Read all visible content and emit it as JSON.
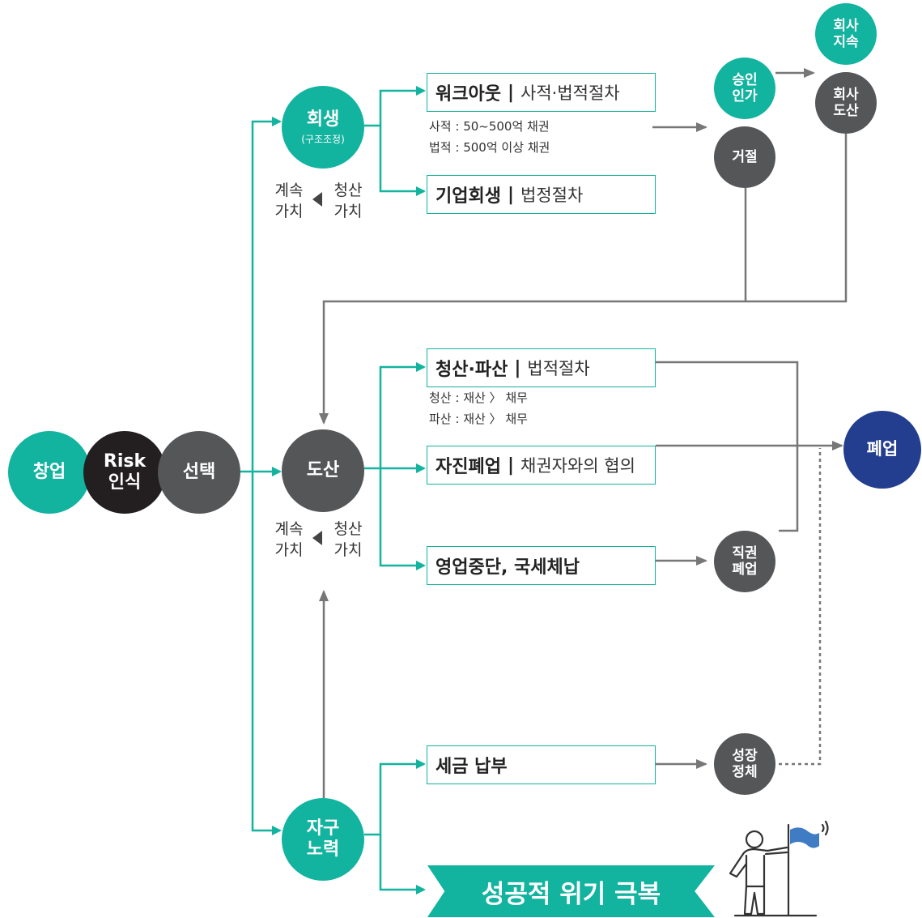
{
  "start": {
    "founding": "창업",
    "risk_line1": "Risk",
    "risk_line2": "인식",
    "choice": "선택"
  },
  "rehab": {
    "title": "회생",
    "sub": "(구조조정)",
    "value_left_1": "계속",
    "value_left_2": "가치",
    "value_right_1": "청산",
    "value_right_2": "가치"
  },
  "bankrupt": {
    "title": "도산",
    "value_left_1": "계속",
    "value_left_2": "가치",
    "value_right_1": "청산",
    "value_right_2": "가치"
  },
  "self_effort": {
    "line1": "자구",
    "line2": "노력"
  },
  "workout": {
    "bold": "워크아웃",
    "sep": "|",
    "normal": "사적·법적절차",
    "note1": "사적 : 50~500억 채권",
    "note2": "법적 : 500억 이상 채권"
  },
  "corp_rehab": {
    "bold": "기업회생",
    "sep": "|",
    "normal": "법정절차"
  },
  "liquidation": {
    "bold": "청산·파산",
    "sep": "|",
    "normal": "법적절차",
    "note1": "청산 : 재산 〉 채무",
    "note2": "파산 : 재산 〉 채무"
  },
  "voluntary": {
    "bold": "자진폐업",
    "sep": "|",
    "normal": "채권자와의 협의"
  },
  "suspension": {
    "bold": "영업중단, 국세체납"
  },
  "tax_payment": {
    "bold": "세금 납부"
  },
  "success": {
    "text": "성공적 위기 극복"
  },
  "outcomes": {
    "approval_1": "승인",
    "approval_2": "인가",
    "rejection": "거절",
    "continue_1": "회사",
    "continue_2": "지속",
    "corp_bankrupt_1": "회사",
    "corp_bankrupt_2": "도산",
    "ex_officio_1": "직권",
    "ex_officio_2": "폐업",
    "stagnation_1": "성장",
    "stagnation_2": "정체",
    "closure": "폐업"
  },
  "colors": {
    "teal": "#12b39f",
    "gray": "#555658",
    "black": "#231f20",
    "navy": "#233d8f",
    "line": "#7a7a7a"
  }
}
